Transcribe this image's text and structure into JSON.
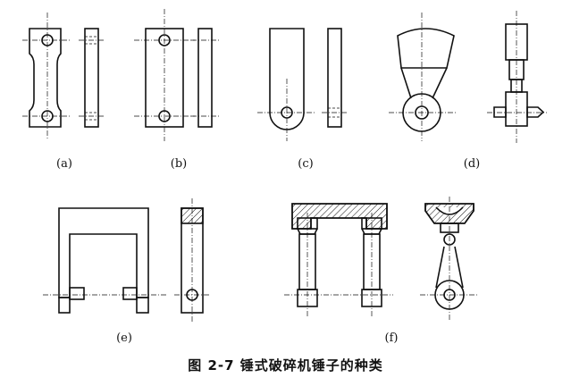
{
  "figure": {
    "caption": "图 2-7   锤式破碎机锤子的种类",
    "labels": {
      "a": "(a)",
      "b": "(b)",
      "c": "(c)",
      "d": "(d)",
      "e": "(e)",
      "f": "(f)"
    }
  },
  "colors": {
    "ink": "#111111",
    "paper": "#ffffff"
  }
}
